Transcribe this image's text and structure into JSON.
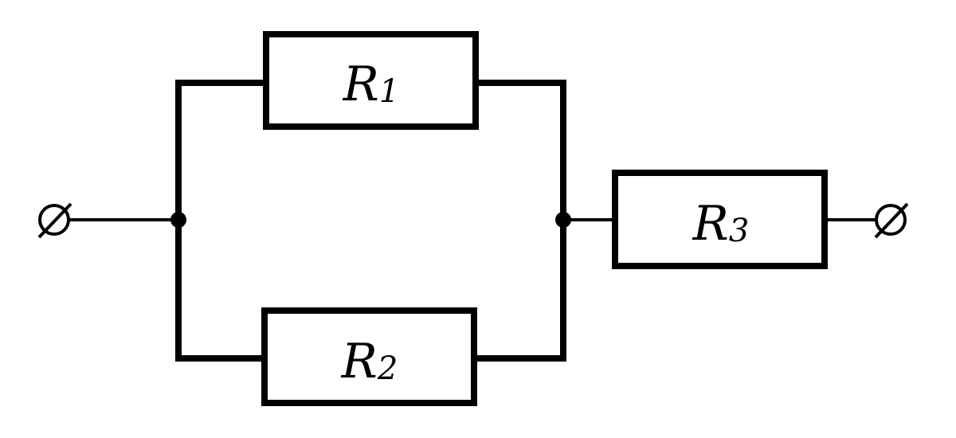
{
  "diagram": {
    "type": "circuit",
    "colors": {
      "wire": "#000000",
      "background": "#ffffff"
    },
    "terminals": {
      "left": {
        "icon": "terminal-circle-slash-icon"
      },
      "right": {
        "icon": "terminal-circle-slash-icon"
      }
    },
    "resistors": [
      {
        "id": "r1",
        "symbol": "R",
        "subscript": "1"
      },
      {
        "id": "r2",
        "symbol": "R",
        "subscript": "2"
      },
      {
        "id": "r3",
        "symbol": "R",
        "subscript": "3"
      }
    ]
  }
}
